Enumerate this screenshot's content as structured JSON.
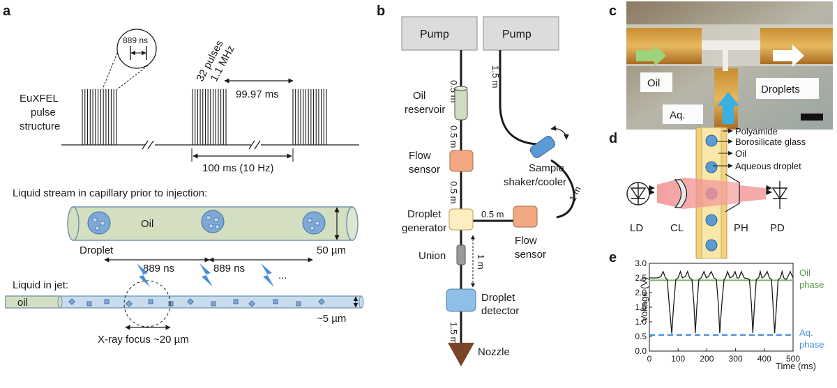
{
  "panels": {
    "a": "a",
    "b": "b",
    "c": "c",
    "d": "d",
    "e": "e"
  },
  "panel_a": {
    "pulse_structure_label": [
      "EuXFEL",
      "pulse",
      "structure"
    ],
    "zoom_interval": "889 ns",
    "pulses_label": "32 pulses",
    "rate_label": "1.1 MHz",
    "train_gap": "99.97 ms",
    "train_period": "100 ms (10 Hz)",
    "capillary_title": "Liquid stream in capillary prior to injection:",
    "oil_label": "Oil",
    "droplet_label": "Droplet",
    "capillary_width": "50 µm",
    "interval_1": "889 ns",
    "interval_2": "889 ns",
    "ellipsis": "...",
    "jet_title": "Liquid in jet:",
    "jet_oil_label": "oil",
    "jet_width": "~5 µm",
    "xray_focus": "X-ray focus ~20 µm"
  },
  "panel_b": {
    "pump_left": "Pump",
    "pump_right": "Pump",
    "len_top": "0.5 m",
    "oil_reservoir": [
      "Oil",
      "reservoir"
    ],
    "len_mid1": "0.5 m",
    "flow_sensor_left": [
      "Flow",
      "sensor"
    ],
    "len_mid2": "0.5 m",
    "droplet_generator": [
      "Droplet",
      "generator"
    ],
    "len_horiz": "0.5 m",
    "flow_sensor_right": [
      "Flow",
      "sensor"
    ],
    "len_right_top": "1.5 m",
    "shaker": [
      "Sample",
      "shaker/cooler"
    ],
    "len_right_loop": "1 m",
    "union": "Union",
    "len_detector": "1 m",
    "droplet_detector": [
      "Droplet",
      "detector"
    ],
    "len_bottom": "1.5 m",
    "nozzle": "Nozzle"
  },
  "panel_c": {
    "oil": "Oil",
    "droplets": "Droplets",
    "aq": "Aq."
  },
  "panel_d": {
    "layers": [
      "Polyamide",
      "Borosilicate glass",
      "Oil",
      "Aqueous droplet"
    ],
    "ld": "LD",
    "cl": "CL",
    "ph": "PH",
    "pd": "PD"
  },
  "chart_data": {
    "type": "line",
    "xlabel": "Time (ms)",
    "ylabel": "Voltage (V)",
    "xlim": [
      0,
      500
    ],
    "ylim": [
      0.0,
      3.0
    ],
    "xticks": [
      "0",
      "100",
      "200",
      "300",
      "400",
      "500"
    ],
    "yticks": [
      "0.0",
      "0.5",
      "1.0",
      "1.5",
      "2.0",
      "2.5",
      "3.0"
    ],
    "series": [
      {
        "name": "signal",
        "color": "#1a1a1a",
        "x": [
          0,
          30,
          40,
          48,
          56,
          62,
          70,
          78,
          84,
          92,
          100,
          108,
          115,
          125,
          133,
          140,
          148,
          155,
          160,
          165,
          172,
          180,
          190,
          198,
          205,
          215,
          225,
          233,
          240,
          245,
          252,
          260,
          265,
          272,
          280,
          290,
          298,
          305,
          312,
          320,
          330,
          340,
          348,
          355,
          360,
          366,
          372,
          380,
          386,
          392,
          400,
          410,
          418,
          425,
          430,
          436,
          442,
          448,
          456,
          462,
          468,
          475,
          480,
          490,
          500
        ],
        "y": [
          2.5,
          2.5,
          2.55,
          2.72,
          2.5,
          2.45,
          1.5,
          0.6,
          1.5,
          2.45,
          2.5,
          2.72,
          2.5,
          2.55,
          2.72,
          2.5,
          2.45,
          1.6,
          0.62,
          1.5,
          2.45,
          2.5,
          2.72,
          2.5,
          2.55,
          2.72,
          2.5,
          2.45,
          1.6,
          0.62,
          1.6,
          2.45,
          2.5,
          2.72,
          2.5,
          2.55,
          2.72,
          2.5,
          2.5,
          2.72,
          2.5,
          2.48,
          2.45,
          1.6,
          0.62,
          1.6,
          2.45,
          2.5,
          2.72,
          2.5,
          2.55,
          2.72,
          2.5,
          2.45,
          1.6,
          0.62,
          1.5,
          2.45,
          2.5,
          2.72,
          2.5,
          2.45,
          2.5,
          2.72,
          2.5
        ]
      }
    ],
    "thresholds": [
      {
        "y": 2.42,
        "color": "#7ab36a",
        "label": [
          "Oil",
          "phase"
        ]
      },
      {
        "y": 0.55,
        "color": "#4a90d9",
        "label": [
          "Aq.",
          "phase"
        ]
      }
    ]
  }
}
